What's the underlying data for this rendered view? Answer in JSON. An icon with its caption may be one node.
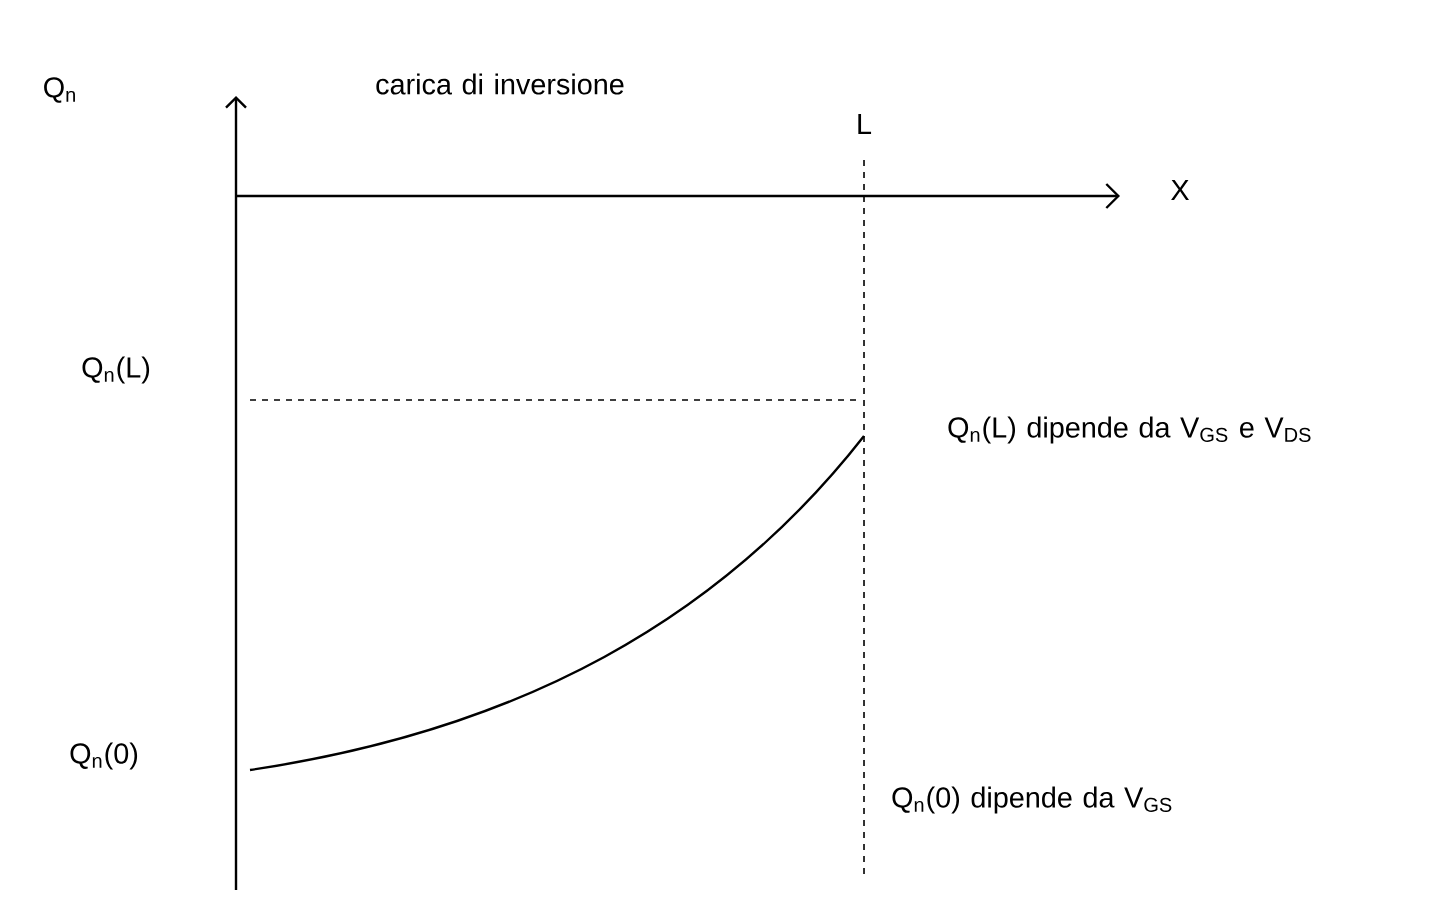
{
  "diagram": {
    "labels": [
      "Q$_{n}$",
      "carica di inversione",
      "L",
      "X",
      "Q$_{n}$(L)",
      "Q$_{n}$(L) dipende da V$_{GS}$ e V$_{DS}$",
      "Q$_{n}$(0)",
      "Q$_{n}$(0) dipende da V$_{GS}$"
    ]
  }
}
